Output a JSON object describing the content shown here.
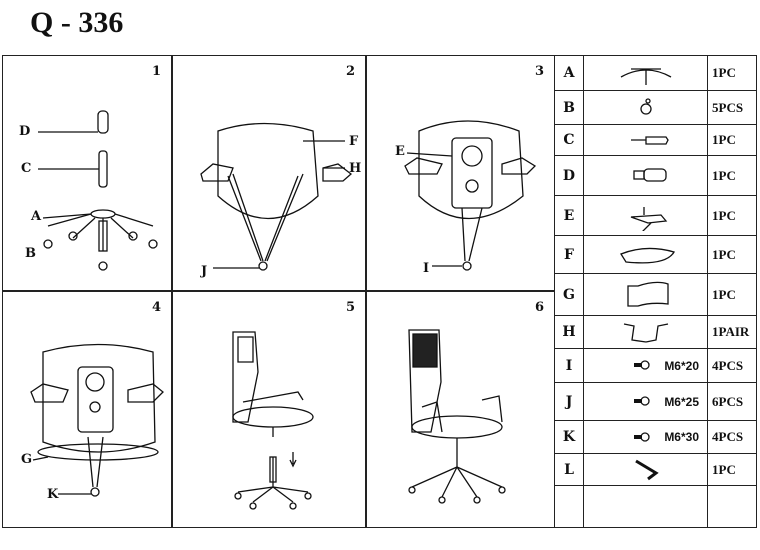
{
  "title": "Q - 336",
  "steps": [
    {
      "number": "1",
      "labels": [
        "D",
        "C",
        "A",
        "B"
      ]
    },
    {
      "number": "2",
      "labels": [
        "F",
        "H",
        "J"
      ]
    },
    {
      "number": "3",
      "labels": [
        "E",
        "I"
      ]
    },
    {
      "number": "4",
      "labels": [
        "G",
        "K"
      ]
    },
    {
      "number": "5",
      "labels": []
    },
    {
      "number": "6",
      "labels": []
    }
  ],
  "parts": [
    {
      "letter": "A",
      "qty": "1PC",
      "spec": "",
      "icon": "star-base-icon"
    },
    {
      "letter": "B",
      "qty": "5PCS",
      "spec": "",
      "icon": "caster-icon"
    },
    {
      "letter": "C",
      "qty": "1PC",
      "spec": "",
      "icon": "gas-lift-icon"
    },
    {
      "letter": "D",
      "qty": "1PC",
      "spec": "",
      "icon": "gas-cover-icon"
    },
    {
      "letter": "E",
      "qty": "1PC",
      "spec": "",
      "icon": "mechanism-icon"
    },
    {
      "letter": "F",
      "qty": "1PC",
      "spec": "",
      "icon": "seat-icon"
    },
    {
      "letter": "G",
      "qty": "1PC",
      "spec": "",
      "icon": "backrest-icon"
    },
    {
      "letter": "H",
      "qty": "1PAIR",
      "spec": "",
      "icon": "armrest-icon"
    },
    {
      "letter": "I",
      "qty": "4PCS",
      "spec": "M6*20",
      "icon": "bolt-icon"
    },
    {
      "letter": "J",
      "qty": "6PCS",
      "spec": "M6*25",
      "icon": "bolt-icon"
    },
    {
      "letter": "K",
      "qty": "4PCS",
      "spec": "M6*30",
      "icon": "bolt-icon"
    },
    {
      "letter": "L",
      "qty": "1PC",
      "spec": "",
      "icon": "allen-key-icon"
    }
  ]
}
